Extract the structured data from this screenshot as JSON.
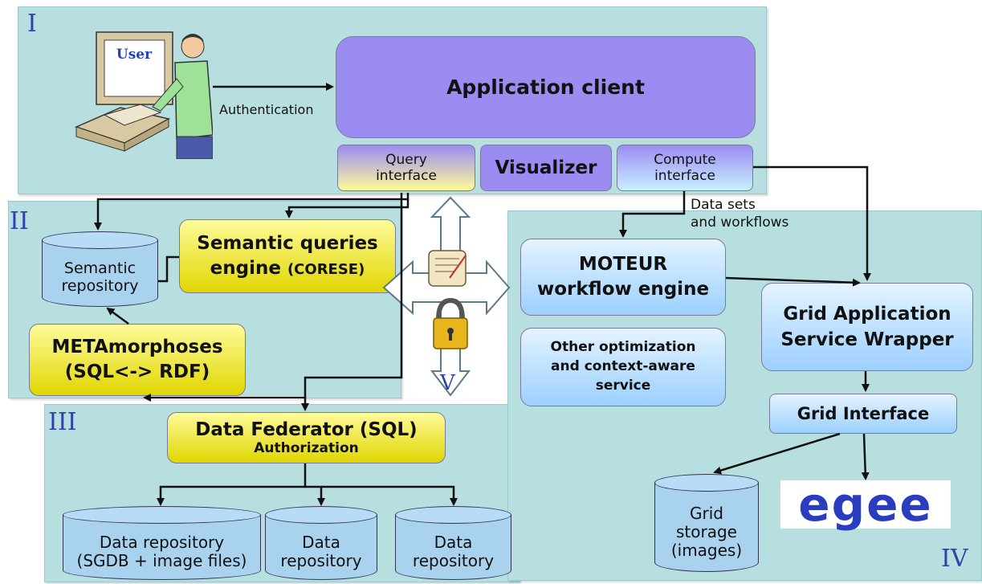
{
  "regions": {
    "r1": "I",
    "r2": "II",
    "r3": "III",
    "r4": "IV",
    "r5": "V"
  },
  "user_label": "User",
  "authentication_label": "Authentication",
  "app_client": "Application client",
  "query_interface": "Query\ninterface",
  "visualizer": "Visualizer",
  "compute_interface": "Compute\ninterface",
  "data_sets_label": "Data sets\nand workflows",
  "semantic_engine_title": "Semantic queries",
  "semantic_engine_sub1": "engine ",
  "semantic_engine_sub2": "(CORESE)",
  "semantic_repo": "Semantic\nrepository",
  "metamorphoses": "METAmorphoses\n(SQL<-> RDF)",
  "data_federator": "Data Federator (SQL)",
  "authorization": "Authorization",
  "data_repo_1": "Data repository\n(SGDB + image files)",
  "data_repo_2": "Data\nrepository",
  "data_repo_3": "Data\nrepository",
  "moteur": "MOTEUR\nworkflow engine",
  "other_services": "Other optimization\nand context-aware\nservice",
  "grid_wrapper": "Grid Application\nService Wrapper",
  "grid_interface": "Grid Interface",
  "grid_storage": "Grid\nstorage\n(images)",
  "egee_logo": "egee",
  "colors": {
    "region": "#b7dfe0",
    "client": "#9b8cf2",
    "yellow": "#f2ea3a",
    "service": "#9cd0ff",
    "roman": "#3240a8",
    "egee": "#2a3dbf"
  }
}
